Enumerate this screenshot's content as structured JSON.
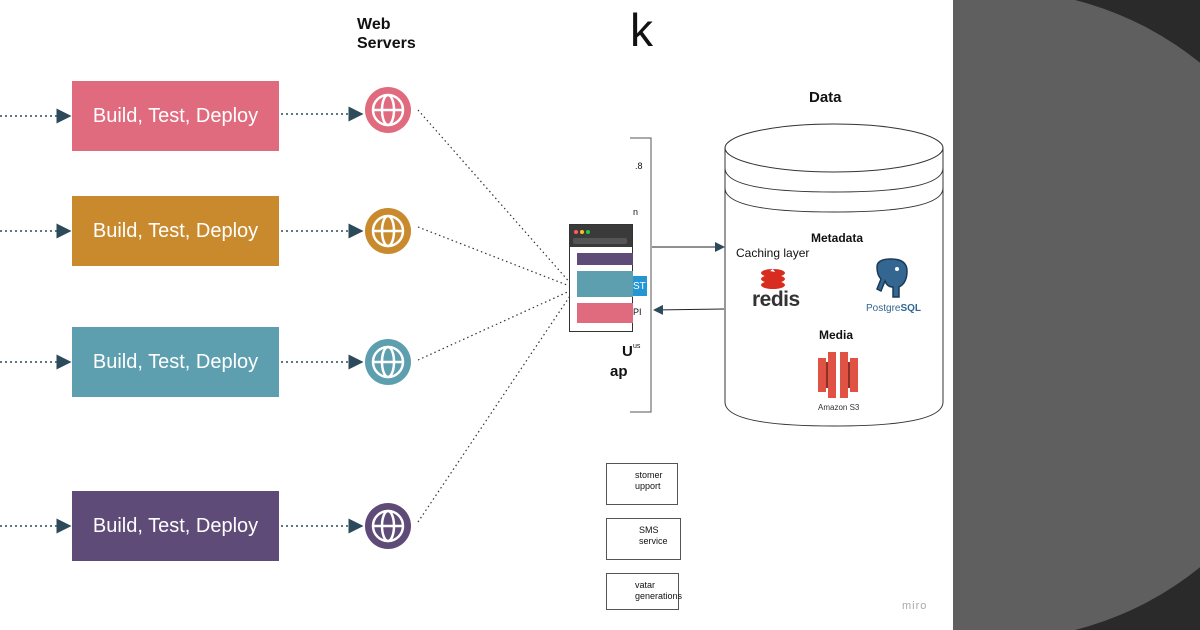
{
  "header": {
    "web_servers_line1": "Web",
    "web_servers_line2": "Servers",
    "cut_title": "k"
  },
  "stages": [
    {
      "label": "Build, Test, Deploy",
      "color": "#E06A7E"
    },
    {
      "label": "Build, Test, Deploy",
      "color": "#C98A2E"
    },
    {
      "label": "Build, Test, Deploy",
      "color": "#5E9FAF"
    },
    {
      "label": "Build, Test, Deploy",
      "color": "#5E4B78"
    }
  ],
  "browser_rows": [
    "#5E4B78",
    "#5E9FAF",
    "#E06A7E"
  ],
  "fragments": {
    "f1": ".8",
    "f2": "n",
    "f3": "ST",
    "f4": "PI",
    "f5": "us",
    "f6": "U",
    "f7": "ap"
  },
  "data_store": {
    "title": "Data",
    "metadata": "Metadata",
    "caching": "Caching layer",
    "redis": "redis",
    "postgres_a": "Postgre",
    "postgres_b": "SQL",
    "media": "Media",
    "s3": "Amazon S3"
  },
  "side_services": [
    {
      "line1": "stomer",
      "line2": "upport"
    },
    {
      "line1": "SMS",
      "line2": "service"
    },
    {
      "line1": "vatar",
      "line2": "generations"
    }
  ],
  "watermark": "miro",
  "colors": {
    "arrow": "#2C4A5A",
    "redis": "#D82C20",
    "postgres": "#336791",
    "s3": "#E05243"
  }
}
